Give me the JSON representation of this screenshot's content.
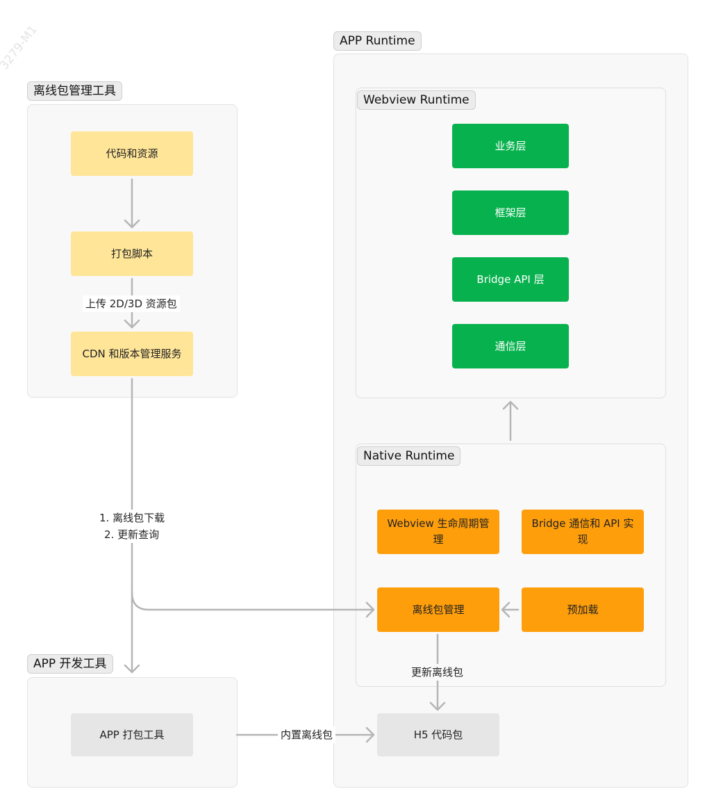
{
  "watermark": "3279-M1",
  "groups": {
    "offline_tool": {
      "title": "离线包管理工具"
    },
    "app_runtime": {
      "title": "APP Runtime"
    },
    "webview_runtime": {
      "title": "Webview Runtime"
    },
    "native_runtime": {
      "title": "Native Runtime"
    },
    "app_dev_tool": {
      "title": "APP 开发工具"
    }
  },
  "nodes": {
    "code_resources": "代码和资源",
    "build_script": "打包脚本",
    "cdn_service": "CDN 和版本管理服务",
    "business_layer": "业务层",
    "framework_layer": "框架层",
    "bridge_api_layer": "Bridge API 层",
    "comm_layer": "通信层",
    "webview_lifecycle": "Webview 生命周期管理",
    "bridge_comm_api": "Bridge 通信和 API 实现",
    "offline_mgmt": "离线包管理",
    "preload": "预加载",
    "app_pack_tool": "APP 打包工具",
    "h5_code_pkg": "H5 代码包"
  },
  "edge_labels": {
    "upload": "上传 2D/3D 资源包",
    "download_line1": "1. 离线包下载",
    "download_line2": "2. 更新查询",
    "update_offline": "更新离线包",
    "builtin_offline": "内置离线包"
  },
  "colors": {
    "yellow_node": "#ffe598",
    "green_node": "#07b24e",
    "orange_node": "#ff9e0b",
    "gray_node": "#e6e6e6",
    "edge": "#b5b5b5"
  }
}
